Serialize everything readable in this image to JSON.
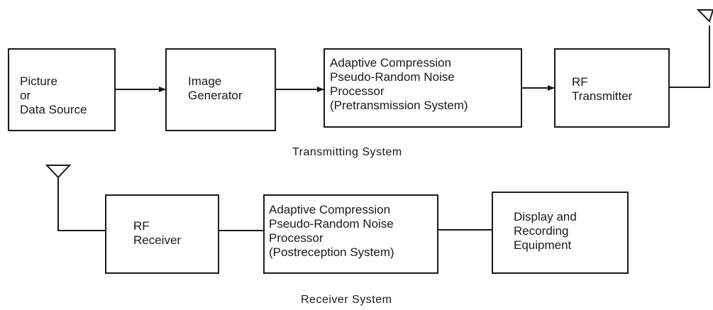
{
  "transmitting_system": {
    "caption": "Transmitting System",
    "blocks": [
      {
        "lines": [
          "Picture",
          "or",
          "Data Source"
        ]
      },
      {
        "lines": [
          "Image",
          "Generator"
        ]
      },
      {
        "lines": [
          "Adaptive Compression",
          "Pseudo-Random Noise",
          "Processor",
          "(Pretransmission System)"
        ]
      },
      {
        "lines": [
          "RF",
          "Transmitter"
        ]
      }
    ]
  },
  "receiver_system": {
    "caption": "Receiver System",
    "blocks": [
      {
        "lines": [
          "RF",
          "Receiver"
        ]
      },
      {
        "lines": [
          "Adaptive Compression",
          "Pseudo-Random Noise",
          "Processor",
          "(Postreception System)"
        ]
      },
      {
        "lines": [
          "Display and",
          "Recording",
          "Equipment"
        ]
      }
    ]
  }
}
